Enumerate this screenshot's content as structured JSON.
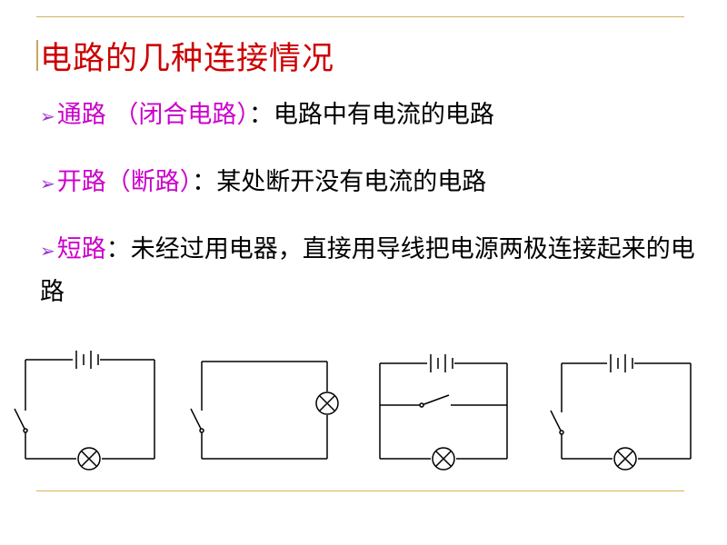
{
  "title": "电路的几种连接情况",
  "bullets": [
    {
      "marker": "➢",
      "term": "通路 （闭合电路）",
      "sep": "：",
      "definition": "电路中有电流的电路"
    },
    {
      "marker": "➢",
      "term": "开路（断路）",
      "sep": "：",
      "definition": "某处断开没有电流的电路"
    },
    {
      "marker": "➢",
      "term": "短路",
      "sep": "：",
      "definition": "未经过用电器，直接用导线把电源两极连接起来的电路"
    }
  ],
  "diagram_icons": [
    "battery-icon",
    "switch-icon",
    "lamp-icon"
  ],
  "colors": {
    "title": "#cc0000",
    "term": "#cc00cc",
    "marker": "#9933cc",
    "rule": "#d4b45a"
  }
}
